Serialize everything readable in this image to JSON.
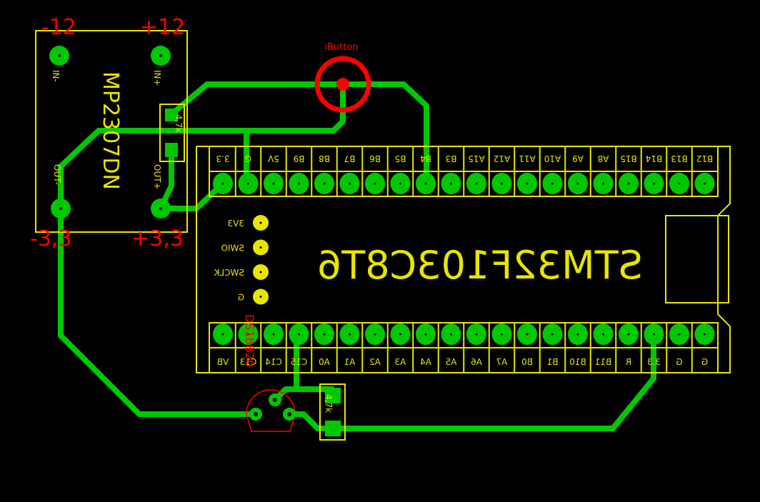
{
  "module": {
    "name": "MP2307DN",
    "pins": [
      "IN-",
      "IN+",
      "OUT-",
      "OUT+"
    ],
    "voltages": {
      "in_neg": "-12",
      "in_pos": "+12",
      "out_neg": "-3,3",
      "out_pos": "+3,3"
    }
  },
  "ibutton": {
    "label": "iButton"
  },
  "resistors": [
    {
      "label": "4,7k"
    },
    {
      "label": "4,7k"
    }
  ],
  "sensor": {
    "label": "DS18B20"
  },
  "board": {
    "name": "STM32F103C8T6",
    "top_pins": [
      "3.3",
      "G",
      "5V",
      "B9",
      "B8",
      "B7",
      "B6",
      "B5",
      "B4",
      "B3",
      "A15",
      "A12",
      "A11",
      "A10",
      "A9",
      "A8",
      "B15",
      "B14",
      "B13",
      "B12"
    ],
    "bottom_pins": [
      "VB",
      "C13",
      "C14",
      "C15",
      "A0",
      "A1",
      "A2",
      "A3",
      "A4",
      "A5",
      "A6",
      "A7",
      "B0",
      "B1",
      "B10",
      "B11",
      "R",
      "3.3",
      "G",
      "G"
    ],
    "debug_pins": [
      "3V3",
      "SWIO",
      "SWCLK",
      "G"
    ]
  },
  "colors": {
    "copper": "#00c800",
    "silk": "#e6e600",
    "ref": "#ff0000"
  }
}
